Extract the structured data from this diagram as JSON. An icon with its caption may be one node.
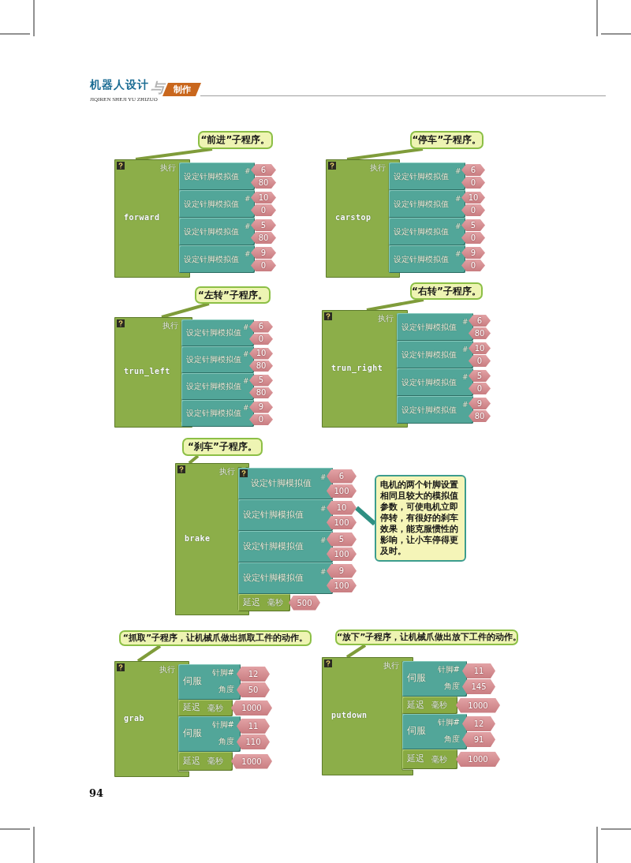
{
  "diagram": {
    "nodes": [
      {
        "text": [
          "“前进”子程序。"
        ]
      },
      {
        "text": [
          "执行",
          "forward"
        ]
      },
      {
        "text": [
          "设定针脚模拟值",
          "#"
        ]
      },
      {
        "text": [
          "6"
        ]
      },
      {
        "text": [
          "80"
        ]
      },
      {
        "text": [
          "设定针脚模拟值",
          "#"
        ]
      },
      {
        "text": [
          "10"
        ]
      },
      {
        "text": [
          "0"
        ]
      },
      {
        "text": [
          "设定针脚模拟值",
          "#"
        ]
      },
      {
        "text": [
          "5"
        ]
      },
      {
        "text": [
          "80"
        ]
      },
      {
        "text": [
          "设定针脚模拟值",
          "#"
        ]
      },
      {
        "text": [
          "9"
        ]
      },
      {
        "text": [
          "0"
        ]
      },
      {
        "text": [
          "“停车”子程序。"
        ]
      },
      {
        "text": [
          "执行",
          "carstop"
        ]
      },
      {
        "text": [
          "设定针脚模拟值",
          "#"
        ]
      },
      {
        "text": [
          "6"
        ]
      },
      {
        "text": [
          "0"
        ]
      },
      {
        "text": [
          "设定针脚模拟值",
          "#"
        ]
      },
      {
        "text": [
          "10"
        ]
      },
      {
        "text": [
          "0"
        ]
      },
      {
        "text": [
          "设定针脚模拟值",
          "#"
        ]
      },
      {
        "text": [
          "5"
        ]
      },
      {
        "text": [
          "0"
        ]
      },
      {
        "text": [
          "设定针脚模拟值",
          "#"
        ]
      },
      {
        "text": [
          "9"
        ]
      },
      {
        "text": [
          "0"
        ]
      },
      {
        "text": [
          "“左转”子程序。"
        ]
      },
      {
        "text": [
          "执行",
          "trun_left"
        ]
      },
      {
        "text": [
          "设定针脚模拟值",
          "#"
        ]
      },
      {
        "text": [
          "6"
        ]
      },
      {
        "text": [
          "0"
        ]
      },
      {
        "text": [
          "设定针脚模拟值",
          "#"
        ]
      },
      {
        "text": [
          "10"
        ]
      },
      {
        "text": [
          "80"
        ]
      },
      {
        "text": [
          "设定针脚模拟值",
          "#"
        ]
      },
      {
        "text": [
          "5"
        ]
      },
      {
        "text": [
          "80"
        ]
      },
      {
        "text": [
          "设定针脚模拟值",
          "#"
        ]
      },
      {
        "text": [
          "9"
        ]
      },
      {
        "text": [
          "0"
        ]
      },
      {
        "text": [
          "“右转”子程序。"
        ]
      },
      {
        "text": [
          "执行",
          "trun_right"
        ]
      },
      {
        "text": [
          "设定针脚模拟值",
          "#"
        ]
      },
      {
        "text": [
          "6"
        ]
      },
      {
        "text": [
          "80"
        ]
      },
      {
        "text": [
          "设定针脚模拟值",
          "#"
        ]
      },
      {
        "text": [
          "10"
        ]
      },
      {
        "text": [
          "0"
        ]
      },
      {
        "text": [
          "设定针脚模拟值",
          "#"
        ]
      },
      {
        "text": [
          "5"
        ]
      },
      {
        "text": [
          "0"
        ]
      },
      {
        "text": [
          "设定针脚模拟值",
          "#"
        ]
      },
      {
        "text": [
          "9"
        ]
      },
      {
        "text": [
          "80"
        ]
      },
      {
        "text": [
          "“刹车”子程序。"
        ]
      },
      {
        "text": [
          "执行",
          "brake"
        ]
      },
      {
        "text": [
          "设定针脚模拟值",
          "#"
        ]
      },
      {
        "text": [
          "6"
        ]
      },
      {
        "text": [
          "100"
        ]
      },
      {
        "text": [
          "设定针脚模拟值",
          "#"
        ]
      },
      {
        "text": [
          "10"
        ]
      },
      {
        "text": [
          "100"
        ]
      },
      {
        "text": [
          "设定针脚模拟值",
          "#"
        ]
      },
      {
        "text": [
          "5"
        ]
      },
      {
        "text": [
          "100"
        ]
      },
      {
        "text": [
          "设定针脚模拟值",
          "#"
        ]
      },
      {
        "text": [
          "9"
        ]
      },
      {
        "text": [
          "100"
        ]
      },
      {
        "text": [
          "延迟",
          "毫秒"
        ]
      },
      {
        "text": [
          "500"
        ]
      },
      {
        "text": [
          "电机的两个针脚设置相同且较大的模拟值参数，可使电机立即停转，有很好的刹车效果，能克服惯性的影响，让小车停得更及时。"
        ]
      },
      {
        "text": [
          "“抓取”子程序，让机械爪做出抓取工件的动作。"
        ]
      },
      {
        "text": [
          "执行",
          "grab"
        ]
      },
      {
        "text": [
          "伺服",
          "针脚#",
          "角度"
        ]
      },
      {
        "text": [
          "12"
        ]
      },
      {
        "text": [
          "50"
        ]
      },
      {
        "text": [
          "延迟",
          "毫秒"
        ]
      },
      {
        "text": [
          "1000"
        ]
      },
      {
        "text": [
          "伺服",
          "针脚#",
          "角度"
        ]
      },
      {
        "text": [
          "11"
        ]
      },
      {
        "text": [
          "110"
        ]
      },
      {
        "text": [
          "延迟",
          "毫秒"
        ]
      },
      {
        "text": [
          "1000"
        ]
      },
      {
        "text": [
          "“放下”子程序，让机械爪做出放下工件的动作。"
        ]
      },
      {
        "text": [
          "执行",
          "putdown"
        ]
      },
      {
        "text": [
          "伺服",
          "针脚#",
          "角度"
        ]
      },
      {
        "text": [
          "11"
        ]
      },
      {
        "text": [
          "145"
        ]
      },
      {
        "text": [
          "延迟",
          "毫秒"
        ]
      },
      {
        "text": [
          "1000"
        ]
      },
      {
        "text": [
          "伺服",
          "针脚#",
          "角度"
        ]
      },
      {
        "text": [
          "12"
        ]
      },
      {
        "text": [
          "91"
        ]
      },
      {
        "text": [
          "延迟",
          "毫秒"
        ]
      },
      {
        "text": [
          "1000"
        ]
      }
    ],
    "edges": [
      {
        "from": 0,
        "to": 1,
        "arrow": "none"
      },
      {
        "from": 14,
        "to": 15,
        "arrow": "none"
      },
      {
        "from": 28,
        "to": 29,
        "arrow": "none"
      },
      {
        "from": 42,
        "to": 43,
        "arrow": "none"
      },
      {
        "from": 56,
        "to": 57,
        "arrow": "none"
      },
      {
        "from": 72,
        "to": 62,
        "arrow": "none",
        "color": "#2f8f82"
      },
      {
        "from": 73,
        "to": 74,
        "arrow": "none"
      },
      {
        "from": 85,
        "to": 86,
        "arrow": "none"
      }
    ],
    "labels": [
      "机器人设计",
      "与",
      "制作",
      "JIQIREN SHEJI YU ZHIZUO",
      "94"
    ]
  }
}
